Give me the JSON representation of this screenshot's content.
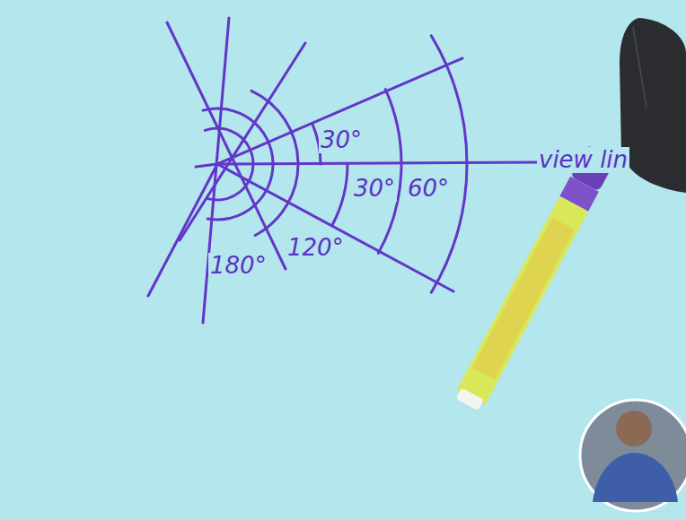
{
  "diagram": {
    "labels": [
      "30°",
      "30°",
      "60°",
      "view lin",
      "120°",
      "180°"
    ]
  }
}
